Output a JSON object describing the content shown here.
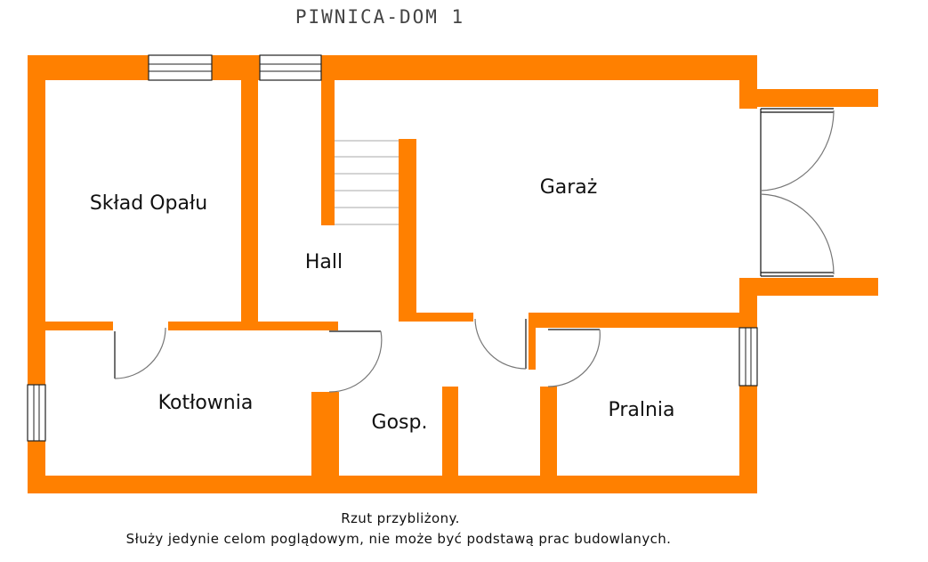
{
  "title": "PIWNICA-DOM 1",
  "rooms": {
    "sklad_opalu": "Skład Opału",
    "hall": "Hall",
    "garaz": "Garaż",
    "kotlownia": "Kotłownia",
    "gosp": "Gosp.",
    "pralnia": "Pralnia"
  },
  "notes": {
    "line1": "Rzut przybliżony.",
    "line2": "Służy jedynie celom poglądowym, nie może być podstawą prac budowlanych."
  },
  "colors": {
    "wall": "#ff8000",
    "background": "#ffffff",
    "text": "#111111"
  }
}
